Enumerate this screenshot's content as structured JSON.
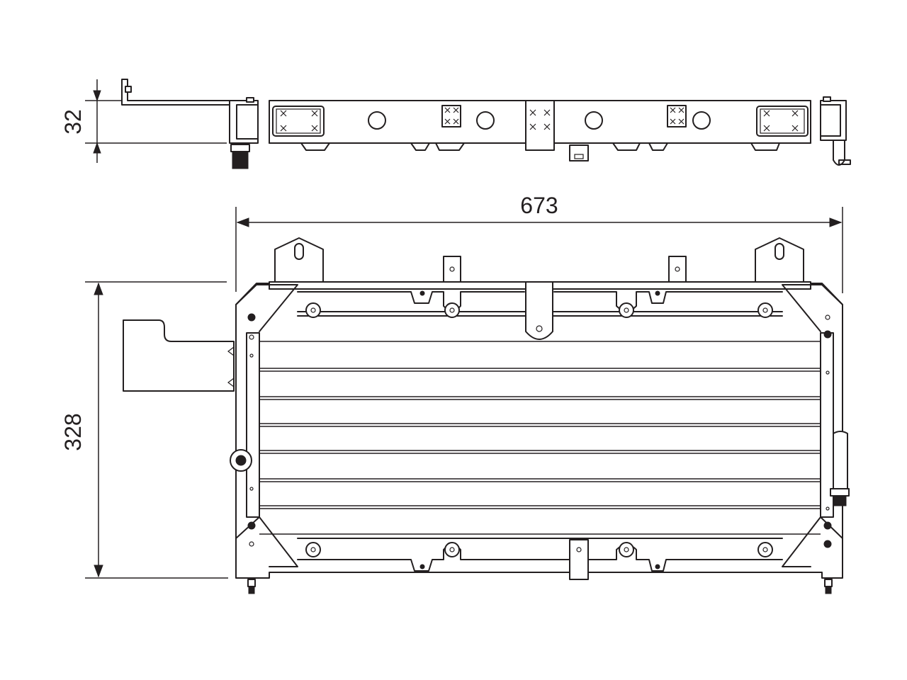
{
  "dimensions": {
    "width_label": "673",
    "height_label": "328",
    "thickness_label": "32"
  },
  "colors": {
    "line": "#231f20",
    "background": "#ffffff"
  }
}
